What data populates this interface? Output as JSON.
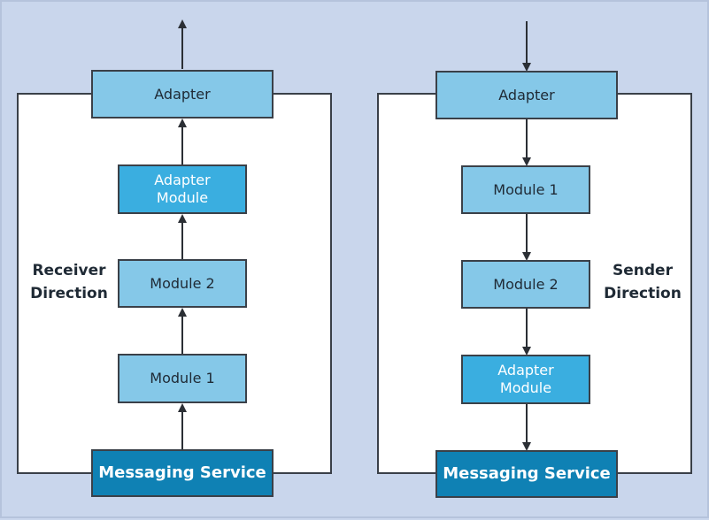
{
  "colors": {
    "background": "#c9d6ec",
    "panel": "#ffffff",
    "node_light": "#85c8e8",
    "node_mid": "#3aaee0",
    "node_dark": "#0f81b4",
    "line": "#2b2f35"
  },
  "receiver": {
    "label": "Receiver\nDirection",
    "adapter": "Adapter",
    "adapter_module": "Adapter\nModule",
    "module2": "Module 2",
    "module1": "Module 1",
    "messaging_service": "Messaging Service"
  },
  "sender": {
    "label": "Sender\nDirection",
    "adapter": "Adapter",
    "module1": "Module 1",
    "module2": "Module 2",
    "adapter_module": "Adapter\nModule",
    "messaging_service": "Messaging Service"
  }
}
